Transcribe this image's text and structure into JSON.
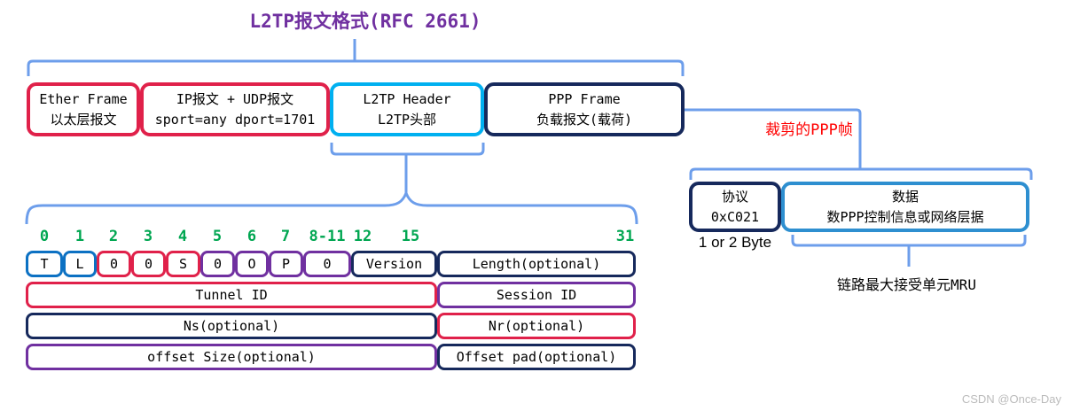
{
  "title": "L2TP报文格式(RFC 2661)",
  "top_row": {
    "boxes": [
      {
        "line1": "Ether Frame",
        "line2": "以太层报文"
      },
      {
        "line1": "IP报文 + UDP报文",
        "line2": "sport=any dport=1701"
      },
      {
        "line1": "L2TP Header",
        "line2": "L2TP头部"
      },
      {
        "line1": "PPP Frame",
        "line2": "负载报文(载荷)"
      }
    ]
  },
  "ppp_detail": {
    "label": "裁剪的PPP帧",
    "protocol_box": {
      "line1": "协议",
      "line2": "0xC021"
    },
    "data_box": {
      "line1": "数据",
      "line2": "数PPP控制信息或网络层据"
    },
    "byte_note": "1 or 2 Byte",
    "mru_note": "链路最大接受单元MRU"
  },
  "l2tp_header": {
    "bit_labels": [
      "0",
      "1",
      "2",
      "3",
      "4",
      "5",
      "6",
      "7",
      "8-11",
      "12",
      "15",
      "31"
    ],
    "row1": [
      "T",
      "L",
      "0",
      "0",
      "S",
      "0",
      "O",
      "P",
      "0",
      "Version",
      "Length(optional)"
    ],
    "row2": [
      "Tunnel ID",
      "Session ID"
    ],
    "row3": [
      "Ns(optional)",
      "Nr(optional)"
    ],
    "row4": [
      "offset Size(optional)",
      "Offset pad(optional)"
    ]
  },
  "watermark": "CSDN @Once-Day",
  "colors": {
    "red": "#E0214A",
    "blue": "#0C71C3",
    "cyan": "#00B0F0",
    "data_cyan": "#2E8FD0",
    "navy": "#16295C",
    "purple": "#7030A0",
    "green": "#00A651",
    "bracket_blue": "#6D9EEB",
    "title_purple": "#7030A0",
    "label_red": "#FF0000"
  }
}
